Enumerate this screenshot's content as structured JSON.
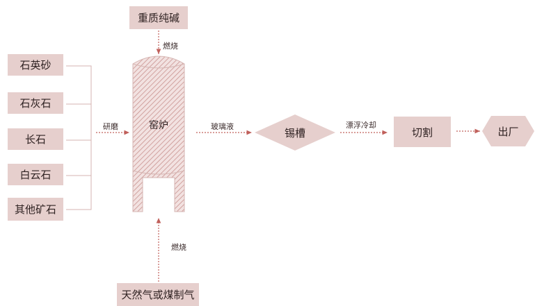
{
  "colors": {
    "box_fill": "#e6cfcd",
    "hatch": "#c9928f",
    "arrow": "#c0605b",
    "bracket": "#d4b3b0"
  },
  "top_input": {
    "label": "重质纯碱",
    "arrow_label": "燃烧"
  },
  "raw_materials": [
    "石英砂",
    "石灰石",
    "长石",
    "白云石",
    "其他矿石"
  ],
  "grind_label": "研磨",
  "furnace": {
    "label": "窑炉"
  },
  "liquid_label": "玻璃液",
  "tin_bath": {
    "label": "锡槽"
  },
  "float_label": "漂浮冷却",
  "cutting": {
    "label": "切割"
  },
  "output": {
    "label": "出厂"
  },
  "bottom_input": {
    "label": "天然气或煤制气",
    "arrow_label": "燃烧"
  }
}
